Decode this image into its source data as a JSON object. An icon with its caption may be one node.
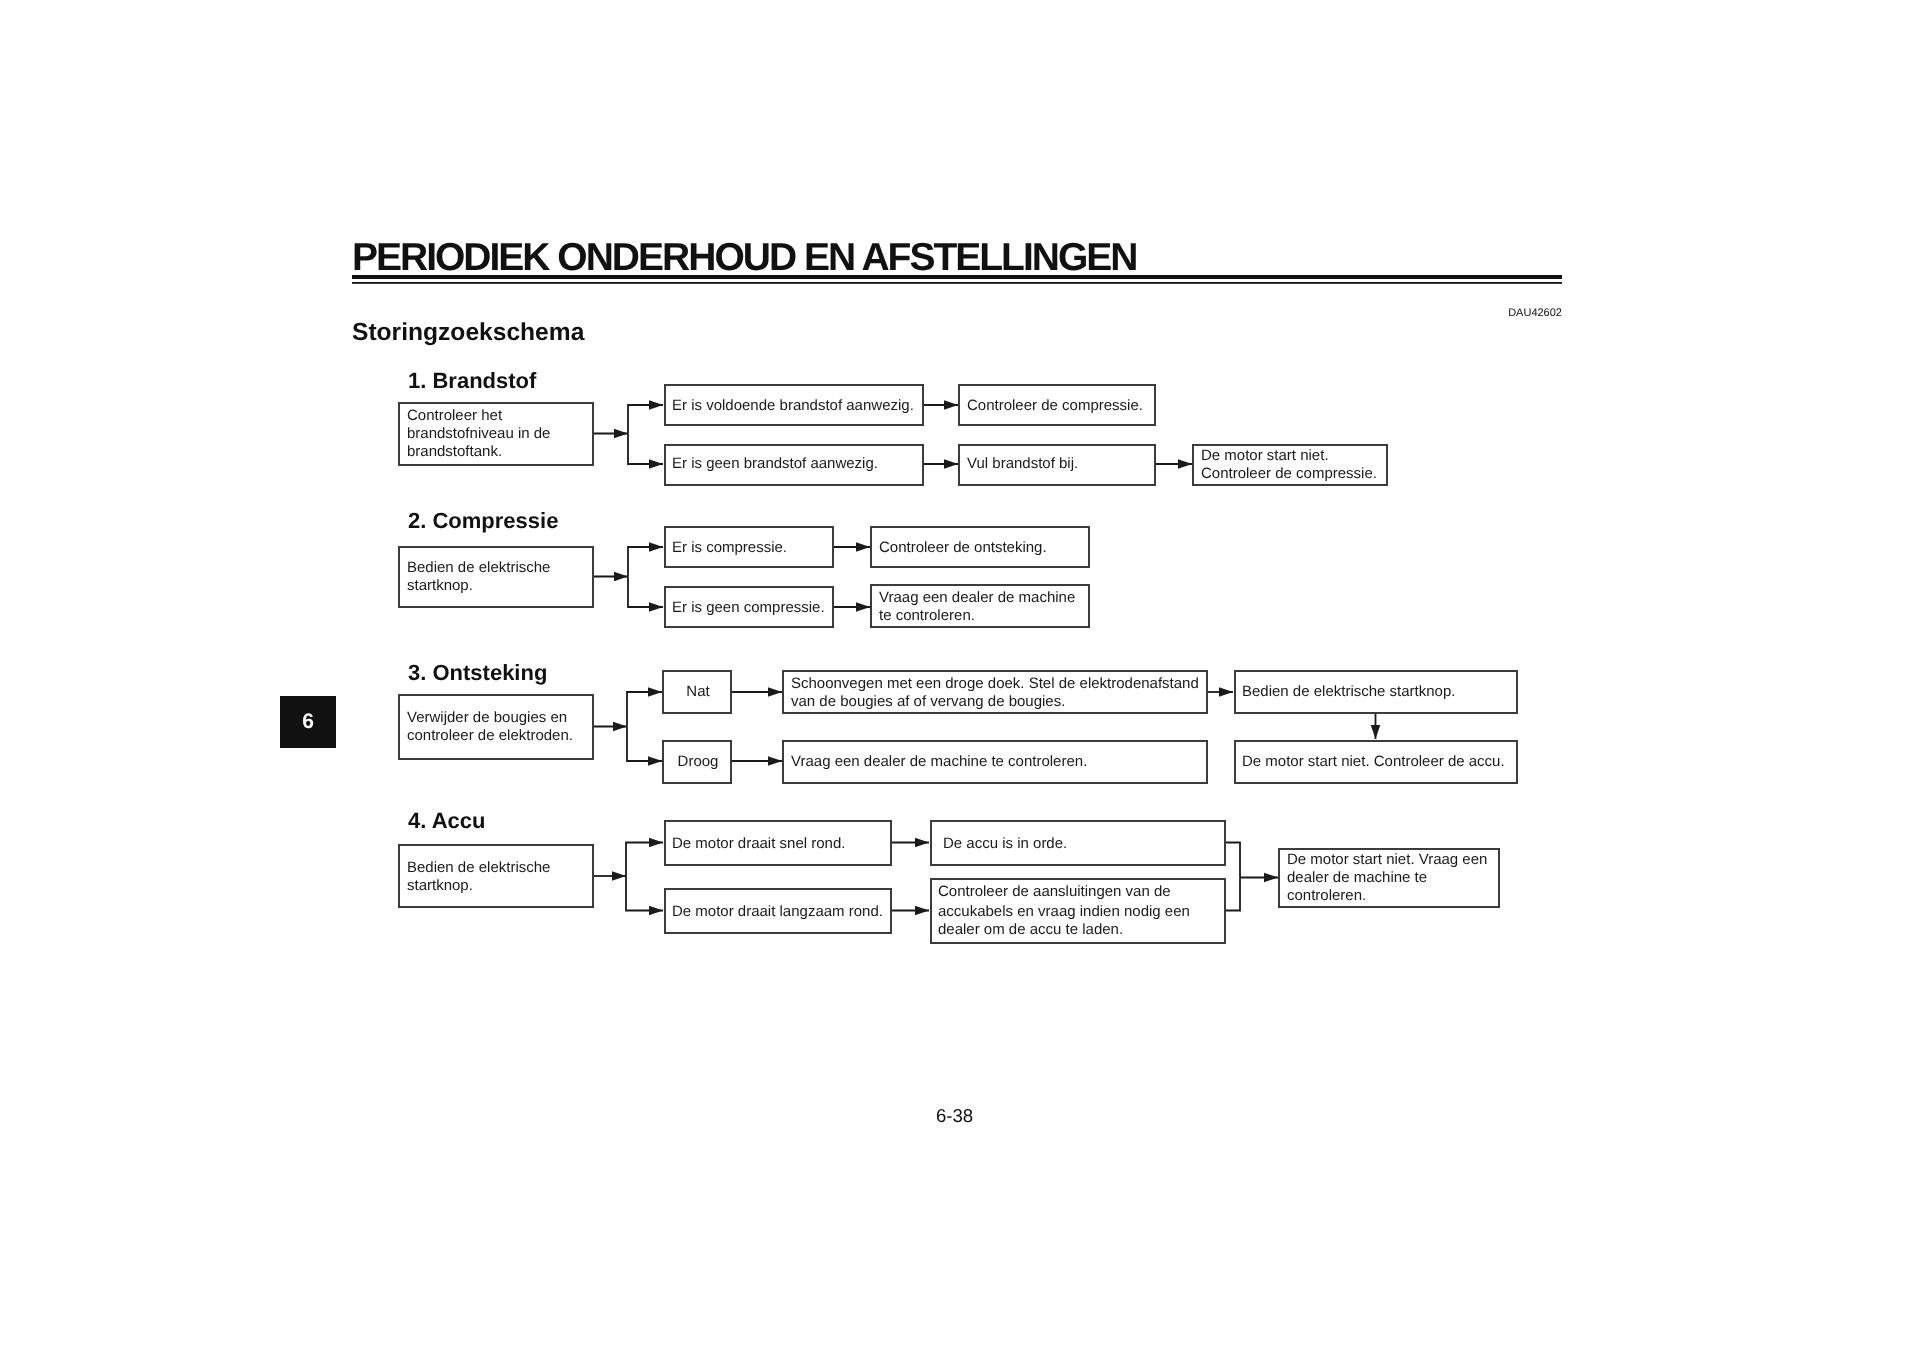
{
  "diagram": {
    "title": "Storingzoekschema",
    "nodes": [
      {
        "text": [
          "Controleer het brandstofniveau in de brandstoftank."
        ]
      },
      {
        "text": [
          "Er is voldoende brandstof aanwezig."
        ]
      },
      {
        "text": [
          "Controleer de compressie."
        ]
      },
      {
        "text": [
          "Er is geen brandstof aanwezig."
        ]
      },
      {
        "text": [
          "Vul brandstof bij."
        ]
      },
      {
        "text": [
          "De motor start niet. Controleer de compressie."
        ]
      },
      {
        "text": [
          "Bedien de elektrische startknop."
        ]
      },
      {
        "text": [
          "Er is compressie."
        ]
      },
      {
        "text": [
          "Controleer de ontsteking."
        ]
      },
      {
        "text": [
          "Er is geen compressie."
        ]
      },
      {
        "text": [
          "Vraag een dealer de machine te controleren."
        ]
      },
      {
        "text": [
          "Verwijder de bougies en controleer de elektroden."
        ]
      },
      {
        "text": [
          "Nat"
        ]
      },
      {
        "text": [
          "Schoonvegen met een droge doek. Stel de elektrodenafstand van de bougies af of vervang de bougies."
        ]
      },
      {
        "text": [
          "Bedien de elektrische startknop."
        ]
      },
      {
        "text": [
          "Droog"
        ]
      },
      {
        "text": [
          "Vraag een dealer de machine te controleren."
        ]
      },
      {
        "text": [
          "De motor start niet. Controleer de accu."
        ]
      },
      {
        "text": [
          "Bedien de elektrische startknop."
        ]
      },
      {
        "text": [
          "De motor draait snel rond."
        ]
      },
      {
        "text": [
          "De accu is in orde."
        ]
      },
      {
        "text": [
          "De motor draait langzaam rond."
        ]
      },
      {
        "text": [
          "Controleer de aansluitingen van de accukabels en vraag indien nodig een dealer om de accu te laden."
        ]
      },
      {
        "text": [
          "De motor start niet. Vraag een dealer de machine te controleren."
        ]
      }
    ],
    "edges": [
      {
        "from": 0,
        "to": 1,
        "arrow": "to"
      },
      {
        "from": 0,
        "to": 3,
        "arrow": "to"
      },
      {
        "from": 1,
        "to": 2,
        "arrow": "to"
      },
      {
        "from": 3,
        "to": 4,
        "arrow": "to"
      },
      {
        "from": 4,
        "to": 5,
        "arrow": "to"
      },
      {
        "from": 6,
        "to": 7,
        "arrow": "to"
      },
      {
        "from": 6,
        "to": 9,
        "arrow": "to"
      },
      {
        "from": 7,
        "to": 8,
        "arrow": "to"
      },
      {
        "from": 9,
        "to": 10,
        "arrow": "to"
      },
      {
        "from": 11,
        "to": 12,
        "arrow": "to"
      },
      {
        "from": 11,
        "to": 15,
        "arrow": "to"
      },
      {
        "from": 12,
        "to": 13,
        "arrow": "to"
      },
      {
        "from": 13,
        "to": 14,
        "arrow": "to"
      },
      {
        "from": 15,
        "to": 16,
        "arrow": "to"
      },
      {
        "from": 14,
        "to": 17,
        "arrow": "to"
      },
      {
        "from": 18,
        "to": 19,
        "arrow": "to"
      },
      {
        "from": 18,
        "to": 21,
        "arrow": "to"
      },
      {
        "from": 19,
        "to": 20,
        "arrow": "to"
      },
      {
        "from": 21,
        "to": 22,
        "arrow": "to"
      },
      {
        "from": 20,
        "to": 23,
        "arrow": "to"
      },
      {
        "from": 22,
        "to": 23,
        "arrow": "to"
      }
    ],
    "labels": [
      "PERIODIEK ONDERHOUD EN AFSTELLINGEN",
      "DAU42602",
      "1. Brandstof",
      "2. Compressie",
      "6",
      "3. Ontsteking",
      "4. Accu",
      "6-38"
    ]
  }
}
